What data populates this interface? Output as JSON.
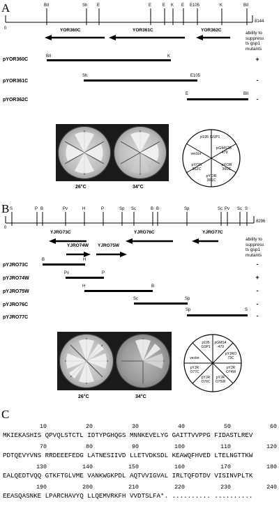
{
  "panelA": {
    "letter": "A",
    "map": {
      "start": "0",
      "end": "8144",
      "sites": [
        "BII",
        "Sh",
        "E",
        "E",
        "E",
        "K",
        "E",
        "E105",
        "K",
        "BII"
      ]
    },
    "orfs": [
      "YOR360C",
      "YOR361C",
      "YOR362C"
    ],
    "header_note": "ability to\nsuppress\nts gsp1\nmutants",
    "constructs": [
      {
        "name": "pYOR360C",
        "left_site": "BII",
        "right_site": "K",
        "result": "+"
      },
      {
        "name": "pYOR361C",
        "left_site": "Sh",
        "right_site": "E105",
        "result": "-"
      },
      {
        "name": "pYOR362C",
        "left_site": "E",
        "right_site": "BII",
        "result": "-"
      }
    ],
    "temps": [
      "26°C",
      "34°C"
    ],
    "key": [
      "p195 GSP1",
      "pGMS28 -479",
      "pYOR 360C",
      "pYOR 361C",
      "pYOR 362C",
      "vector"
    ]
  },
  "panelB": {
    "letter": "B",
    "map": {
      "start": "0",
      "end": "8296",
      "sites": [
        "S",
        "P",
        "B",
        "Pv",
        "H",
        "P",
        "Sp",
        "Sc",
        "B",
        "B",
        "Sp",
        "Sc",
        "Pv",
        "Sc",
        "S"
      ]
    },
    "orfs": [
      "YJRO73C",
      "YJRO74W",
      "YJRO75W",
      "YJRO76C",
      "YJRO77C"
    ],
    "header_note": "ability to\nsuppress\nts gsp1\nmutants",
    "constructs": [
      {
        "name": "pYJRO73C",
        "left_site": "B",
        "right_site": "H",
        "result": "-"
      },
      {
        "name": "pYJRO74W",
        "left_site": "Pv",
        "right_site": "P",
        "result": "+"
      },
      {
        "name": "pYJRO75W",
        "left_site": "H",
        "right_site": "B",
        "result": "-"
      },
      {
        "name": "pYJRO76C",
        "left_site": "Sc",
        "right_site": "Sp",
        "result": "-"
      },
      {
        "name": "pYJRO77C",
        "left_site": "Sp",
        "right_site": "S",
        "result": "-"
      }
    ],
    "temps": [
      "26°C",
      "34°C"
    ],
    "key": [
      "p195 GSP1",
      "pGMS4 -479",
      "pYJRO 73C",
      "pYJR O74W",
      "pYJR O75W",
      "pYJR O76C",
      "pYJR O77C",
      "vector"
    ]
  },
  "panelC": {
    "letter": "C",
    "positions": [
      "10",
      "20",
      "30",
      "40",
      "50",
      "60",
      "70",
      "80",
      "90",
      "100",
      "110",
      "120",
      "130",
      "140",
      "150",
      "160",
      "170",
      "180",
      "190",
      "200",
      "210",
      "220",
      "230",
      "240"
    ],
    "rows": [
      "MKIEKASHIS QPVQLSTCTL IDTYPGHQGS MNNKEVELYG GAITTVVPPG FIDASTLREV",
      "PDTQEVYVNS RRDEEEFEDG LATNESIIVD LLETVDKSDL KEAWQFHVED LTELNGTTKW",
      "EALQEDTVQQ GTKFTGLVME VANKWGKPDL AQTVVIGVAL IRLTQFDTDV VISINVPLTK",
      "EEASQASNKE LPARCHAVYQ LLQEMVRKFH VVDTSLFA*. .......... .........."
    ]
  }
}
